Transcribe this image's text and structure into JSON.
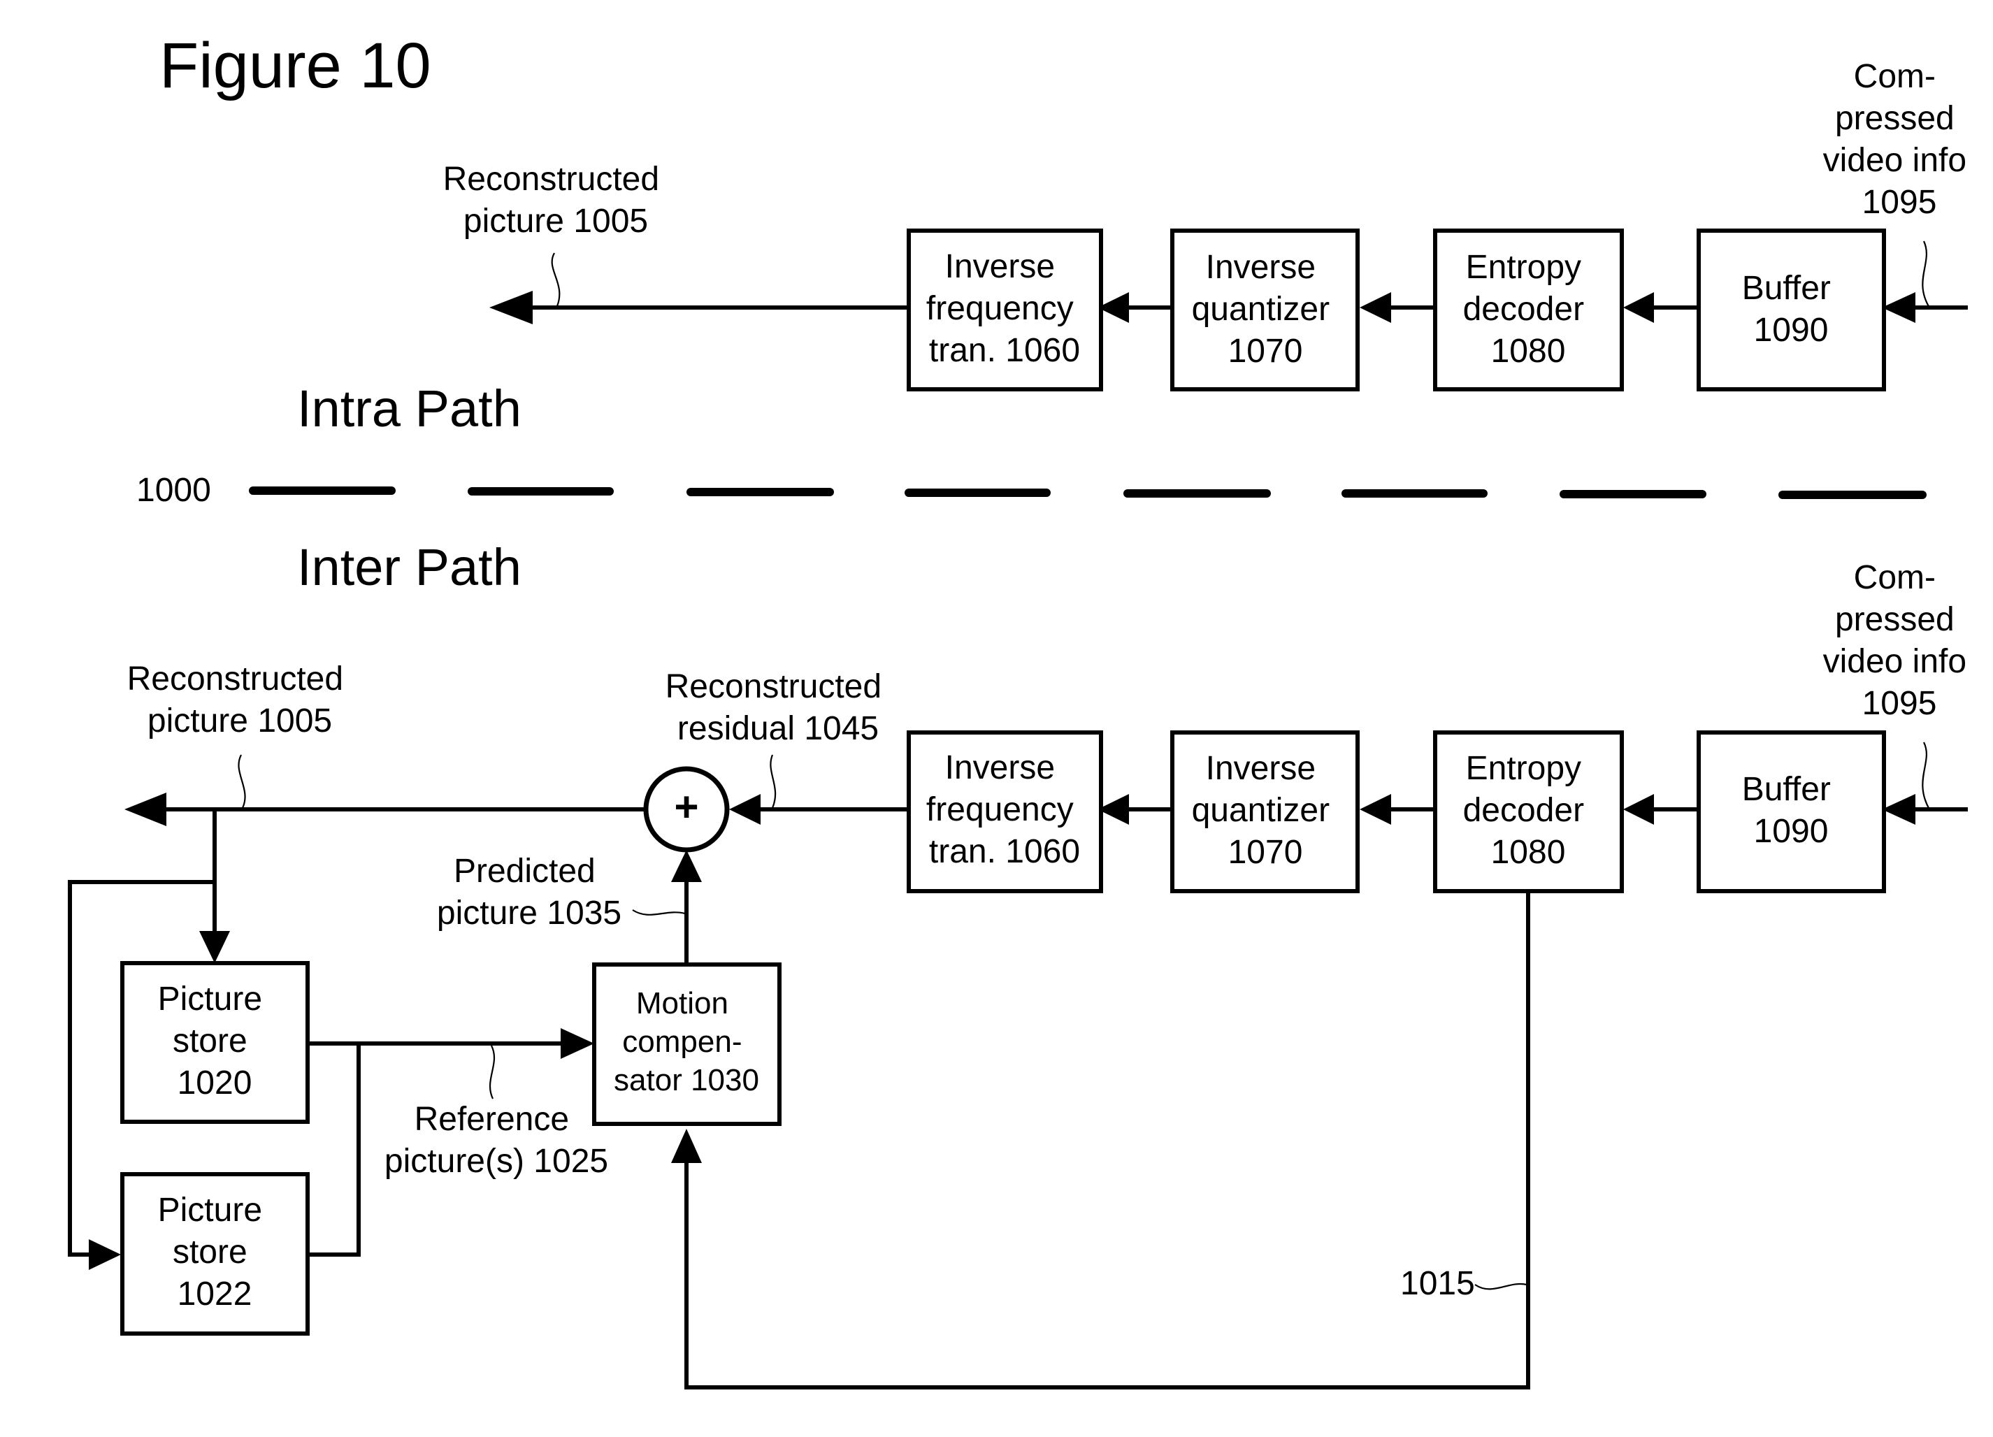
{
  "figure_title": "Figure 10",
  "decoder_ref": "1000",
  "intra": {
    "title": "Intra Path",
    "input_label": [
      "Com-",
      "pressed",
      "video info",
      "1095"
    ],
    "output_label": [
      "Reconstructed",
      "picture 1005"
    ],
    "blocks": {
      "buffer": [
        "Buffer",
        "1090"
      ],
      "entropy": [
        "Entropy",
        "decoder",
        "1080"
      ],
      "quantizer": [
        "Inverse",
        "quantizer",
        "1070"
      ],
      "frequency": [
        "Inverse",
        "frequency",
        "tran. 1060"
      ]
    }
  },
  "inter": {
    "title": "Inter Path",
    "input_label": [
      "Com-",
      "pressed",
      "video info",
      "1095"
    ],
    "output_label": [
      "Reconstructed",
      "picture 1005"
    ],
    "residual_label": [
      "Reconstructed",
      "residual 1045"
    ],
    "predicted_label": [
      "Predicted",
      "picture  1035"
    ],
    "reference_label": [
      "Reference",
      "picture(s) 1025"
    ],
    "side_info_label": "1015",
    "adder_symbol": "+",
    "blocks": {
      "buffer": [
        "Buffer",
        "1090"
      ],
      "entropy": [
        "Entropy",
        "decoder",
        "1080"
      ],
      "quantizer": [
        "Inverse",
        "quantizer",
        "1070"
      ],
      "frequency": [
        "Inverse",
        "frequency",
        "tran. 1060"
      ],
      "motion": [
        "Motion",
        "compen-",
        "sator 1030"
      ],
      "store_a": [
        "Picture",
        "store",
        "1020"
      ],
      "store_b": [
        "Picture",
        "store",
        "1022"
      ]
    }
  }
}
